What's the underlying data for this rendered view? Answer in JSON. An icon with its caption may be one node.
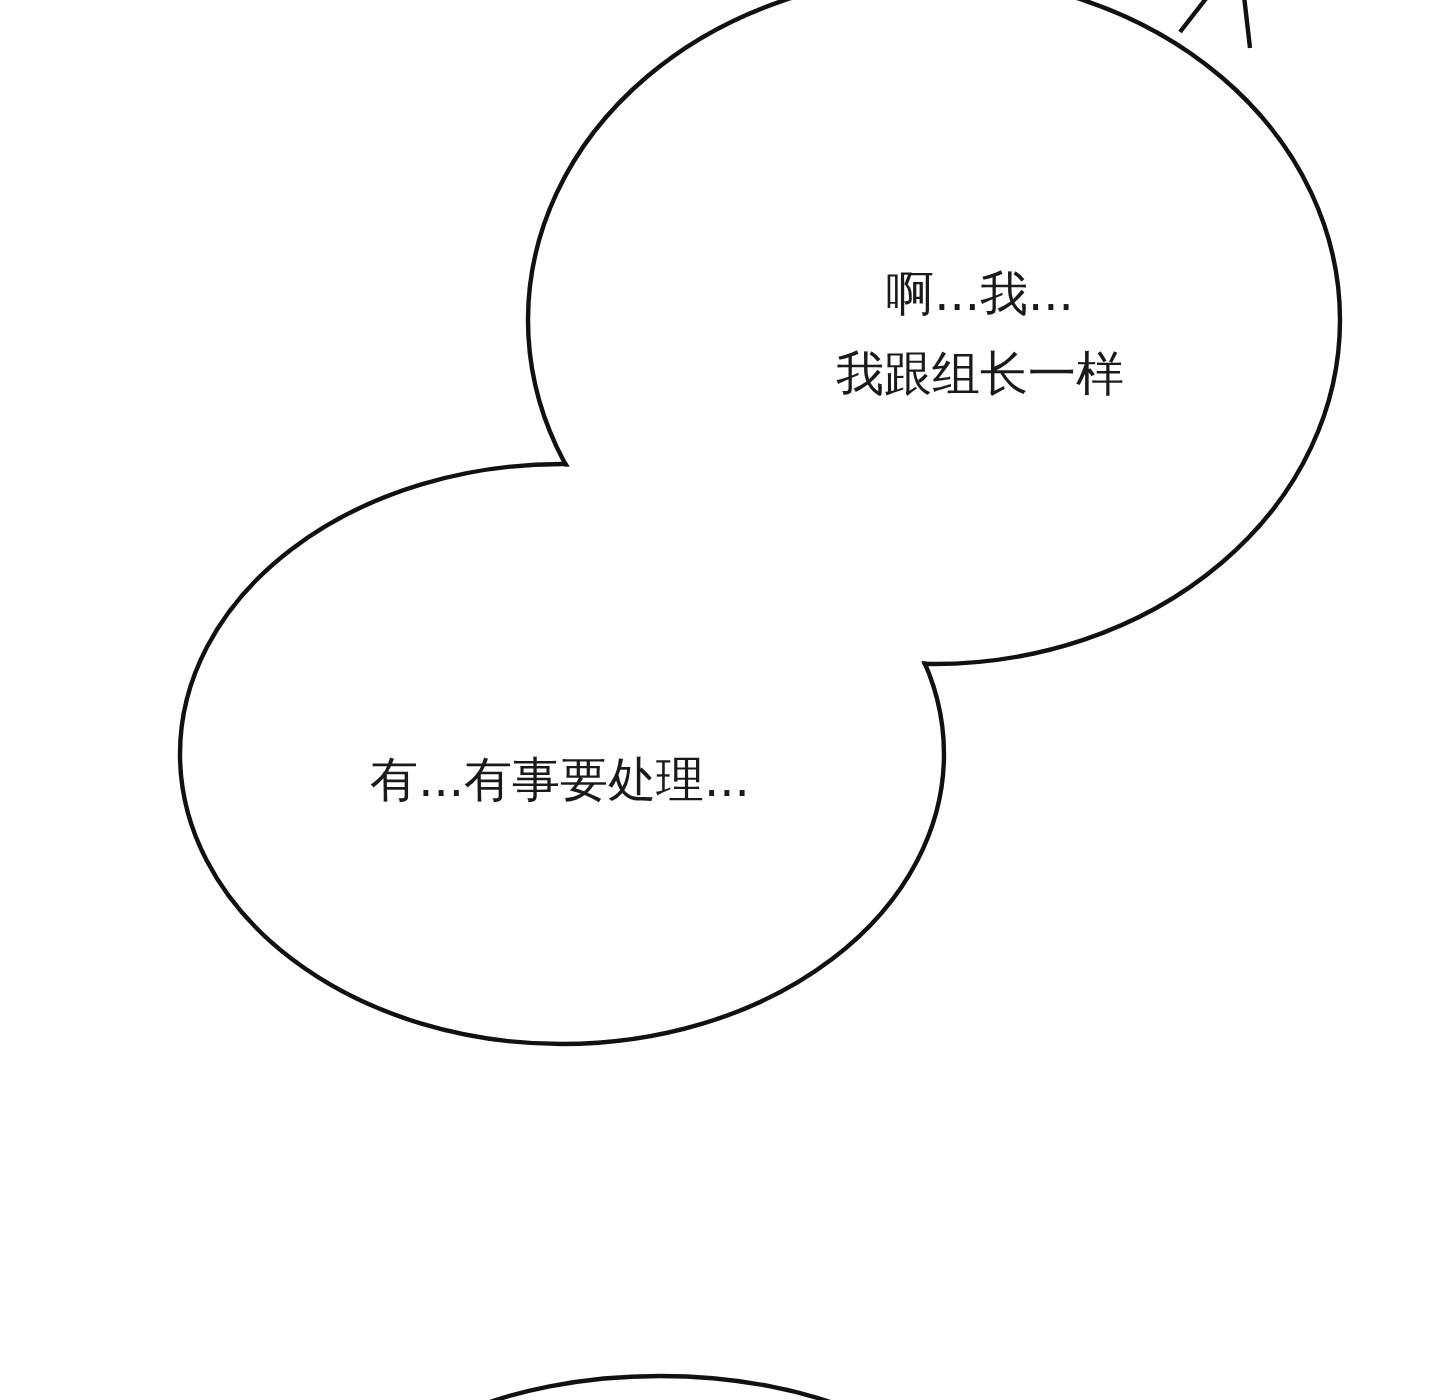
{
  "diagram": {
    "nodes": [
      {
        "text": [
          "啊...我...",
          "我跟组长一样"
        ]
      },
      {
        "text": [
          "有...有事要处理..."
        ]
      },
      {
        "text": [],
        "shape": "ellipse"
      }
    ]
  }
}
